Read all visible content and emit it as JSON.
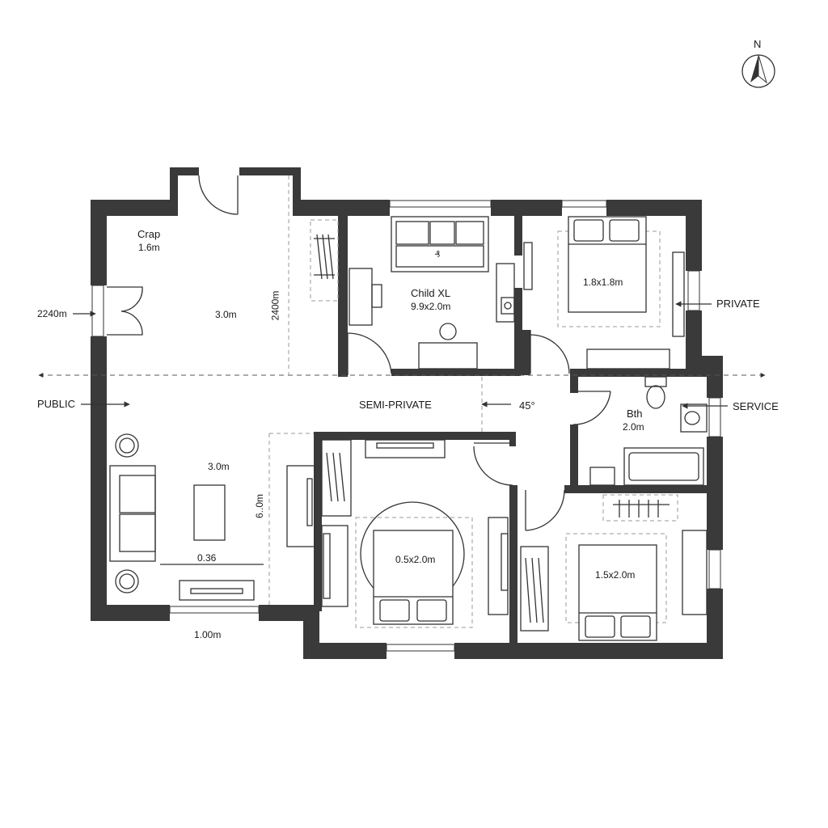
{
  "compass": {
    "label": "N",
    "icon": "north-arrow-icon"
  },
  "zones": {
    "public": "PUBLIC",
    "semi_private": "SEMI-PRIVATE",
    "private": "PRIVATE",
    "service": "SERVICE",
    "angle": "45°"
  },
  "rooms": {
    "entry": {
      "name": "Crap",
      "dim": "1.6m"
    },
    "hall_width": "3.0m",
    "hall_depth": "2400m",
    "left_dim": "2240m",
    "child": {
      "name": "Child XL",
      "dim": "9.9x2.0m"
    },
    "bedroom_ne": {
      "dim": "1.8x1.8m"
    },
    "bath": {
      "name": "Bth",
      "dim": "2.0m"
    },
    "living_width": "3.0m",
    "living_depth": "6..0m",
    "living_sub": "0.36",
    "living_bottom": "1.00m",
    "bedroom_center": {
      "dim": "0.5x2.0m"
    },
    "bedroom_se": {
      "dim": "1.5x2.0m"
    }
  },
  "colors": {
    "wall": "#3a3a3a",
    "line": "#333333",
    "dash": "#9a9a9a",
    "background": "#ffffff"
  }
}
